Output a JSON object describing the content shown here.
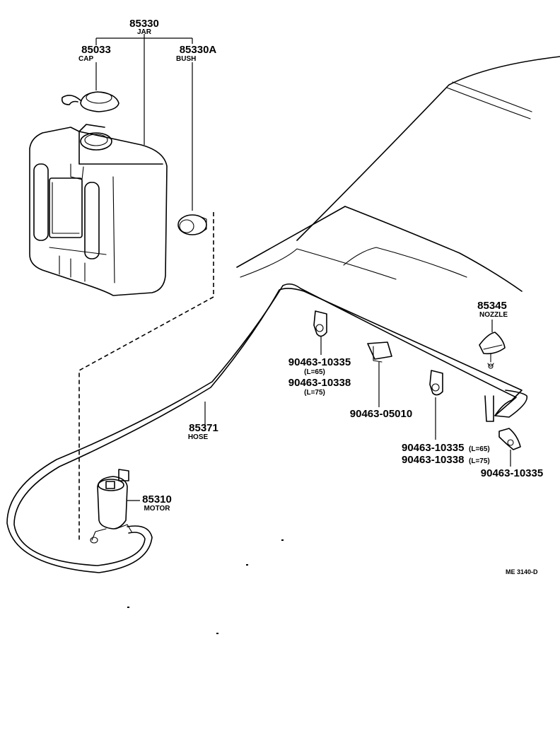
{
  "parts": {
    "jar": {
      "number": "85330",
      "name": "JAR"
    },
    "cap": {
      "number": "85033",
      "name": "CAP"
    },
    "bush": {
      "number": "85330A",
      "name": "BUSH"
    },
    "nozzle": {
      "number": "85345",
      "name": "NOZZLE"
    },
    "hose": {
      "number": "85371",
      "name": "HOSE"
    },
    "motor": {
      "number": "85310",
      "name": "MOTOR"
    },
    "clamp_a": {
      "number_1": "90463-10335",
      "variant_1": "(L=65)",
      "number_2": "90463-10338",
      "variant_2": "(L=75)"
    },
    "clip": {
      "number": "90463-05010"
    },
    "clamp_b": {
      "number_1": "90463-10335",
      "variant_1": "(L=65)",
      "number_2": "90463-10338",
      "variant_2": "(L=75)"
    },
    "clamp_c": {
      "number": "90463-10335"
    }
  },
  "figure_code": "ME 3140-D"
}
